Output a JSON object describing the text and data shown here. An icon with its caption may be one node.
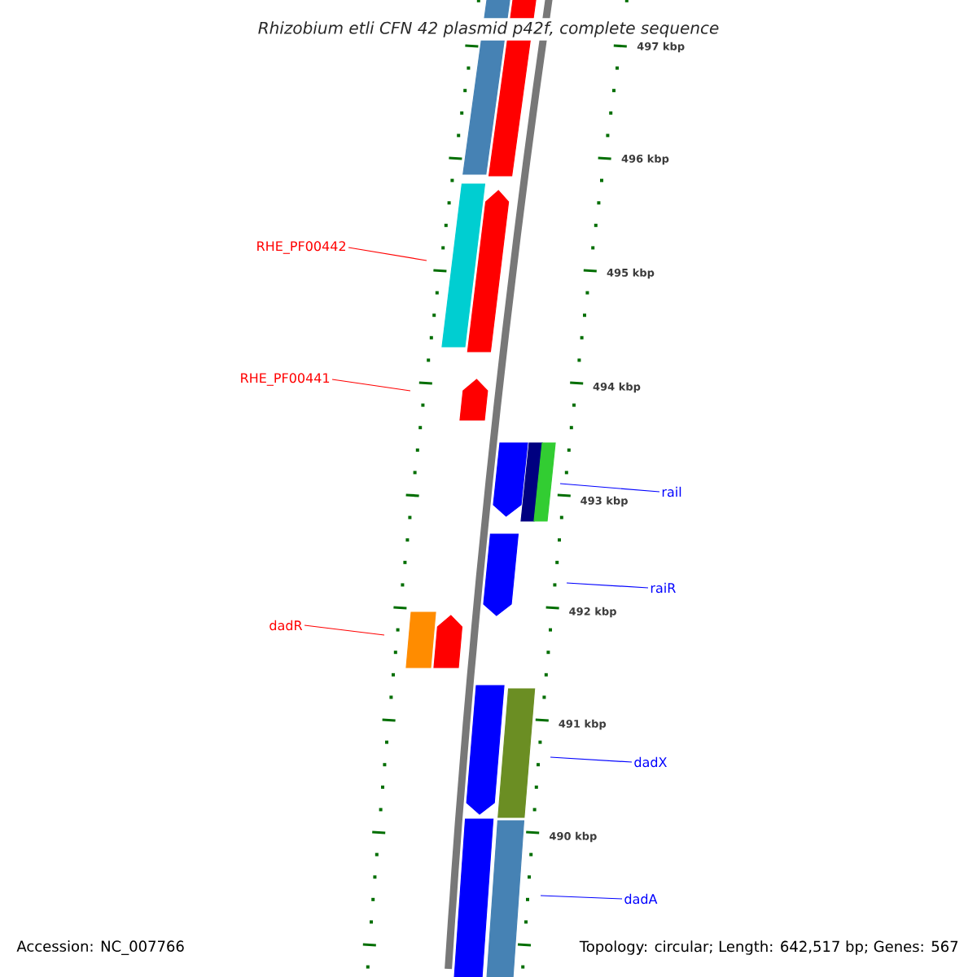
{
  "diagram": {
    "title": "Rhizobium etli CFN 42 plasmid p42f, complete sequence",
    "nodes": [
      {
        "text": [
          "RHE_PF00442"
        ]
      },
      {
        "text": [
          "RHE_PF00441"
        ]
      },
      {
        "text": [
          "rail"
        ]
      },
      {
        "text": [
          "raiR"
        ]
      },
      {
        "text": [
          "dadR"
        ]
      },
      {
        "text": [
          "dadX"
        ]
      },
      {
        "text": [
          "dadA"
        ]
      }
    ],
    "edges": [
      {
        "from": 0,
        "to": null,
        "arrow": "none",
        "color": "#ff0000"
      },
      {
        "from": 1,
        "to": null,
        "arrow": "none",
        "color": "#ff0000"
      },
      {
        "from": 2,
        "to": null,
        "arrow": "none"
      },
      {
        "from": 3,
        "to": null,
        "arrow": "none"
      },
      {
        "from": 4,
        "to": null,
        "arrow": "none",
        "color": "#ff0000"
      },
      {
        "from": 5,
        "to": null,
        "arrow": "none"
      },
      {
        "from": 6,
        "to": null,
        "arrow": "none"
      }
    ],
    "labels": [
      "497 kbp",
      "496 kbp",
      "495 kbp",
      "494 kbp",
      "493 kbp",
      "492 kbp",
      "491 kbp",
      "490 kbp",
      "Accession: NC_007766",
      "Topology: circular; Length: 642,517 bp; Genes: 567"
    ]
  }
}
